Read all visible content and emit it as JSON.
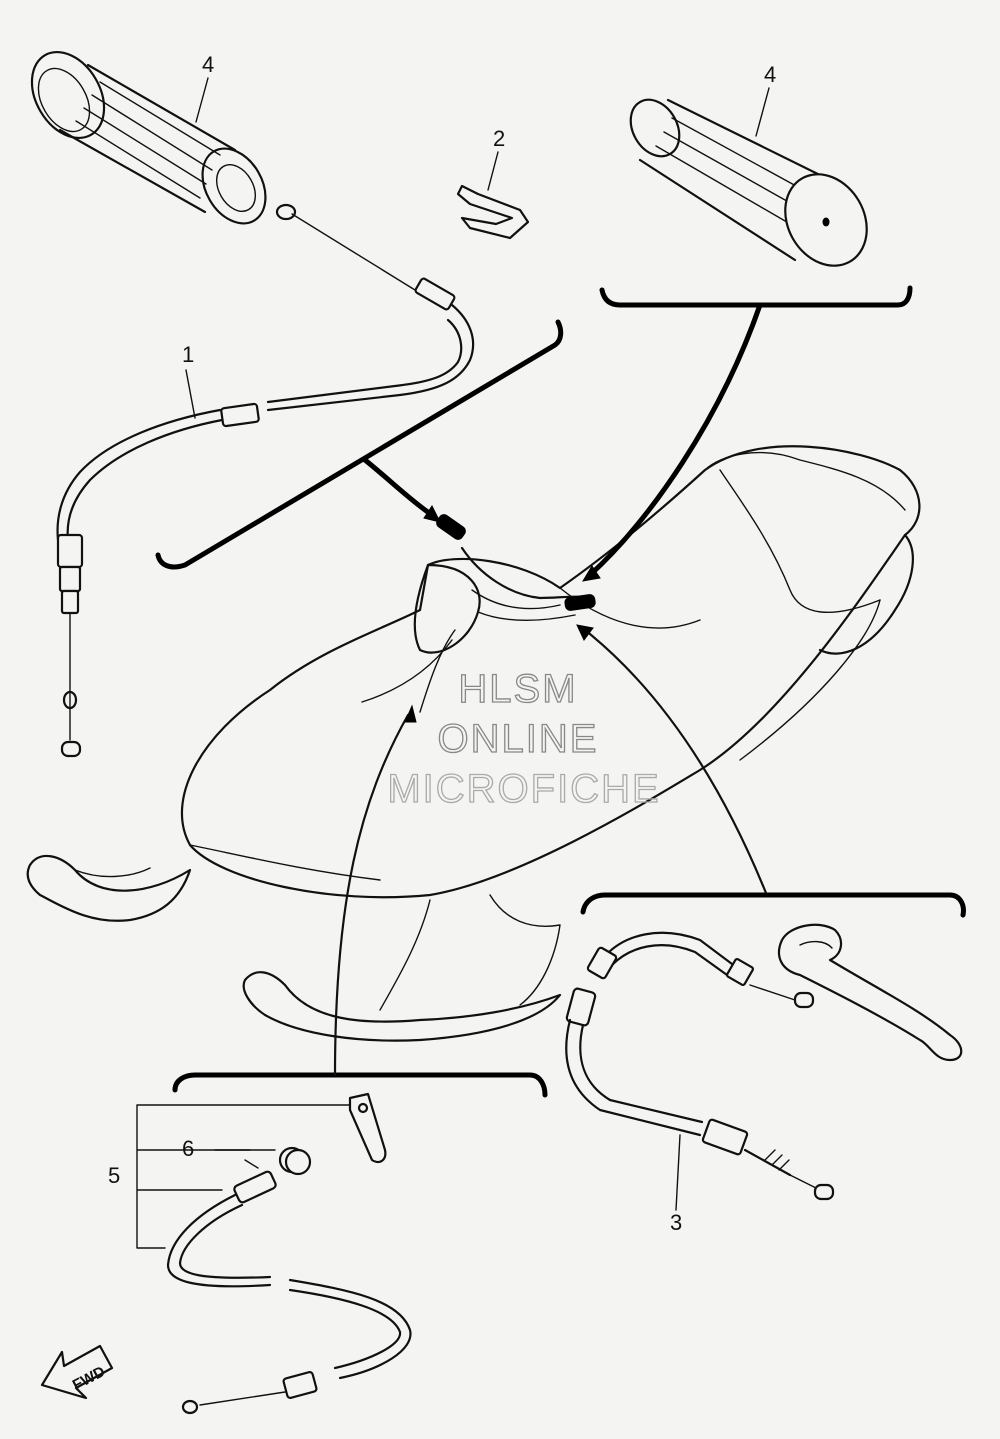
{
  "callouts": {
    "part_1": "1",
    "part_2": "2",
    "part_3": "3",
    "part_4_left": "4",
    "part_4_right": "4",
    "part_5": "5",
    "part_6": "6"
  },
  "direction_badge": "FWD",
  "watermark": {
    "line1": "HLSM",
    "line2": "ONLINE",
    "line3": "MICROFICHE"
  },
  "icons": {
    "direction": "fwd-arrow-icon"
  }
}
